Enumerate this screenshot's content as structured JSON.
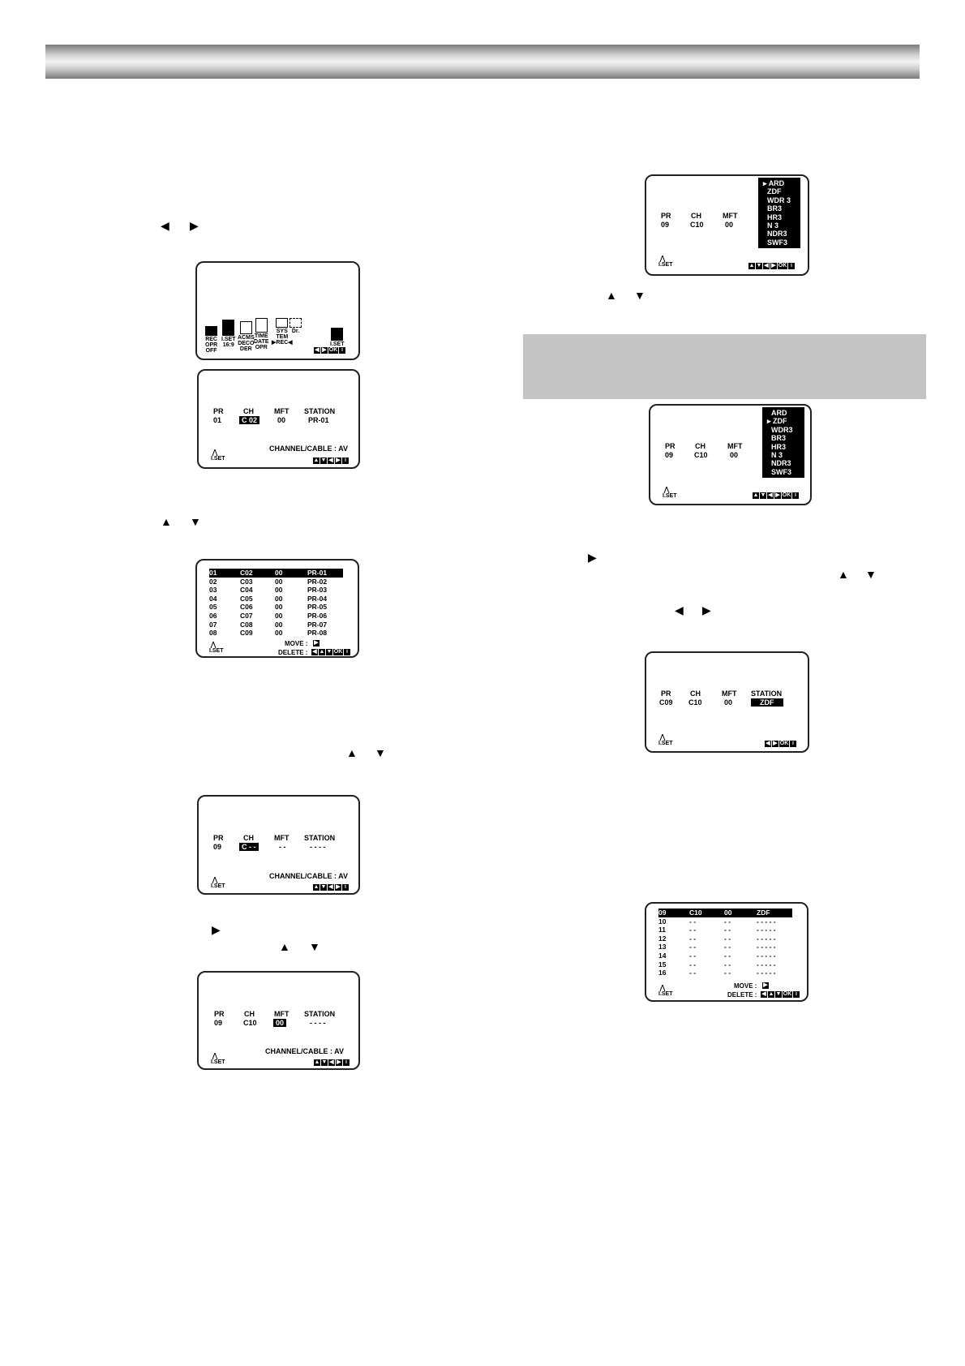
{
  "arrows": {
    "left": "◀",
    "right": "▶",
    "up": "▲",
    "down": "▼"
  },
  "menu_screen": {
    "icons": [
      {
        "label": "REC\nOPR\nOFF"
      },
      {
        "label": "I.SET\n16:9"
      },
      {
        "label": "ACMS\nDECO\nDER"
      },
      {
        "label": "TIME\nDATE\nOPR"
      },
      {
        "label": "SYS\nTEM\n▶REC◀"
      },
      {
        "label": "Dr."
      }
    ],
    "right_icon": "I.SET",
    "controls": [
      "◀",
      "▶",
      "OK",
      "i"
    ]
  },
  "screen_ch_entry": {
    "headers": [
      "PR",
      "CH",
      "MFT",
      "STATION"
    ],
    "values": [
      "01",
      "C 02",
      "00",
      "PR-01"
    ],
    "channel_cable": "CHANNEL/CABLE : AV",
    "controls": [
      "▲",
      "▼",
      "◀",
      "▶",
      "i"
    ]
  },
  "screen_prog_list": {
    "rows": [
      [
        "01",
        "C02",
        "00",
        "PR-01"
      ],
      [
        "02",
        "C03",
        "00",
        "PR-02"
      ],
      [
        "03",
        "C04",
        "00",
        "PR-03"
      ],
      [
        "04",
        "C05",
        "00",
        "PR-04"
      ],
      [
        "05",
        "C06",
        "00",
        "PR-05"
      ],
      [
        "06",
        "C07",
        "00",
        "PR-06"
      ],
      [
        "07",
        "C08",
        "00",
        "PR-07"
      ],
      [
        "08",
        "C09",
        "00",
        "PR-08"
      ]
    ],
    "move_label": "MOVE :",
    "delete_label": "DELETE :",
    "controls": [
      "▲",
      "▼",
      "OK",
      "i"
    ]
  },
  "screen_new_ch": {
    "headers": [
      "PR",
      "CH",
      "MFT",
      "STATION"
    ],
    "values": [
      "09",
      "C - -",
      "- -",
      "- - - -"
    ],
    "channel_cable": "CHANNEL/CABLE : AV",
    "controls": [
      "▲",
      "▼",
      "◀",
      "▶",
      "i"
    ]
  },
  "screen_mft": {
    "headers": [
      "PR",
      "CH",
      "MFT",
      "STATION"
    ],
    "values": [
      "09",
      "C10",
      "00",
      "- - - -"
    ],
    "channel_cable": "CHANNEL/CABLE : AV",
    "controls": [
      "▲",
      "▼",
      "◀",
      "▶",
      "i"
    ]
  },
  "screen_station_list_1": {
    "headers": [
      "PR",
      "CH",
      "MFT"
    ],
    "values": [
      "09",
      "C10",
      "00"
    ],
    "stations": [
      "ARD",
      "ZDF",
      "WDR 3",
      "BR3",
      "HR3",
      "N 3",
      "NDR3",
      "SWF3"
    ],
    "selected_index": 0,
    "controls": [
      "▲",
      "▼",
      "◀",
      "▶",
      "OK",
      "i"
    ]
  },
  "screen_station_list_2": {
    "headers": [
      "PR",
      "CH",
      "MFT"
    ],
    "values": [
      "09",
      "C10",
      "00"
    ],
    "stations": [
      "ARD",
      "ZDF",
      "WDR3",
      "BR3",
      "HR3",
      "N 3",
      "NDR3",
      "SWF3"
    ],
    "selected_index": 1,
    "controls": [
      "▲",
      "▼",
      "◀",
      "▶",
      "OK",
      "i"
    ]
  },
  "screen_station_set": {
    "headers": [
      "PR",
      "CH",
      "MFT",
      "STATION"
    ],
    "values": [
      "C09",
      "C10",
      "00",
      "ZDF"
    ],
    "controls": [
      "◀",
      "▶",
      "OK",
      "i"
    ]
  },
  "screen_prog_list_2": {
    "rows": [
      [
        "09",
        "C10",
        "00",
        "ZDF"
      ],
      [
        "10",
        "- -",
        "- -",
        "- - - - -"
      ],
      [
        "11",
        "- -",
        "- -",
        "- - - - -"
      ],
      [
        "12",
        "- -",
        "- -",
        "- - - - -"
      ],
      [
        "13",
        "- -",
        "- -",
        "- - - - -"
      ],
      [
        "14",
        "- -",
        "- -",
        "- - - - -"
      ],
      [
        "15",
        "- -",
        "- -",
        "- - - - -"
      ],
      [
        "16",
        "- -",
        "- -",
        "- - - - -"
      ]
    ],
    "move_label": "MOVE :",
    "delete_label": "DELETE :",
    "controls": [
      "▲",
      "▼",
      "OK",
      "i"
    ]
  },
  "iset_label": "I.SET"
}
